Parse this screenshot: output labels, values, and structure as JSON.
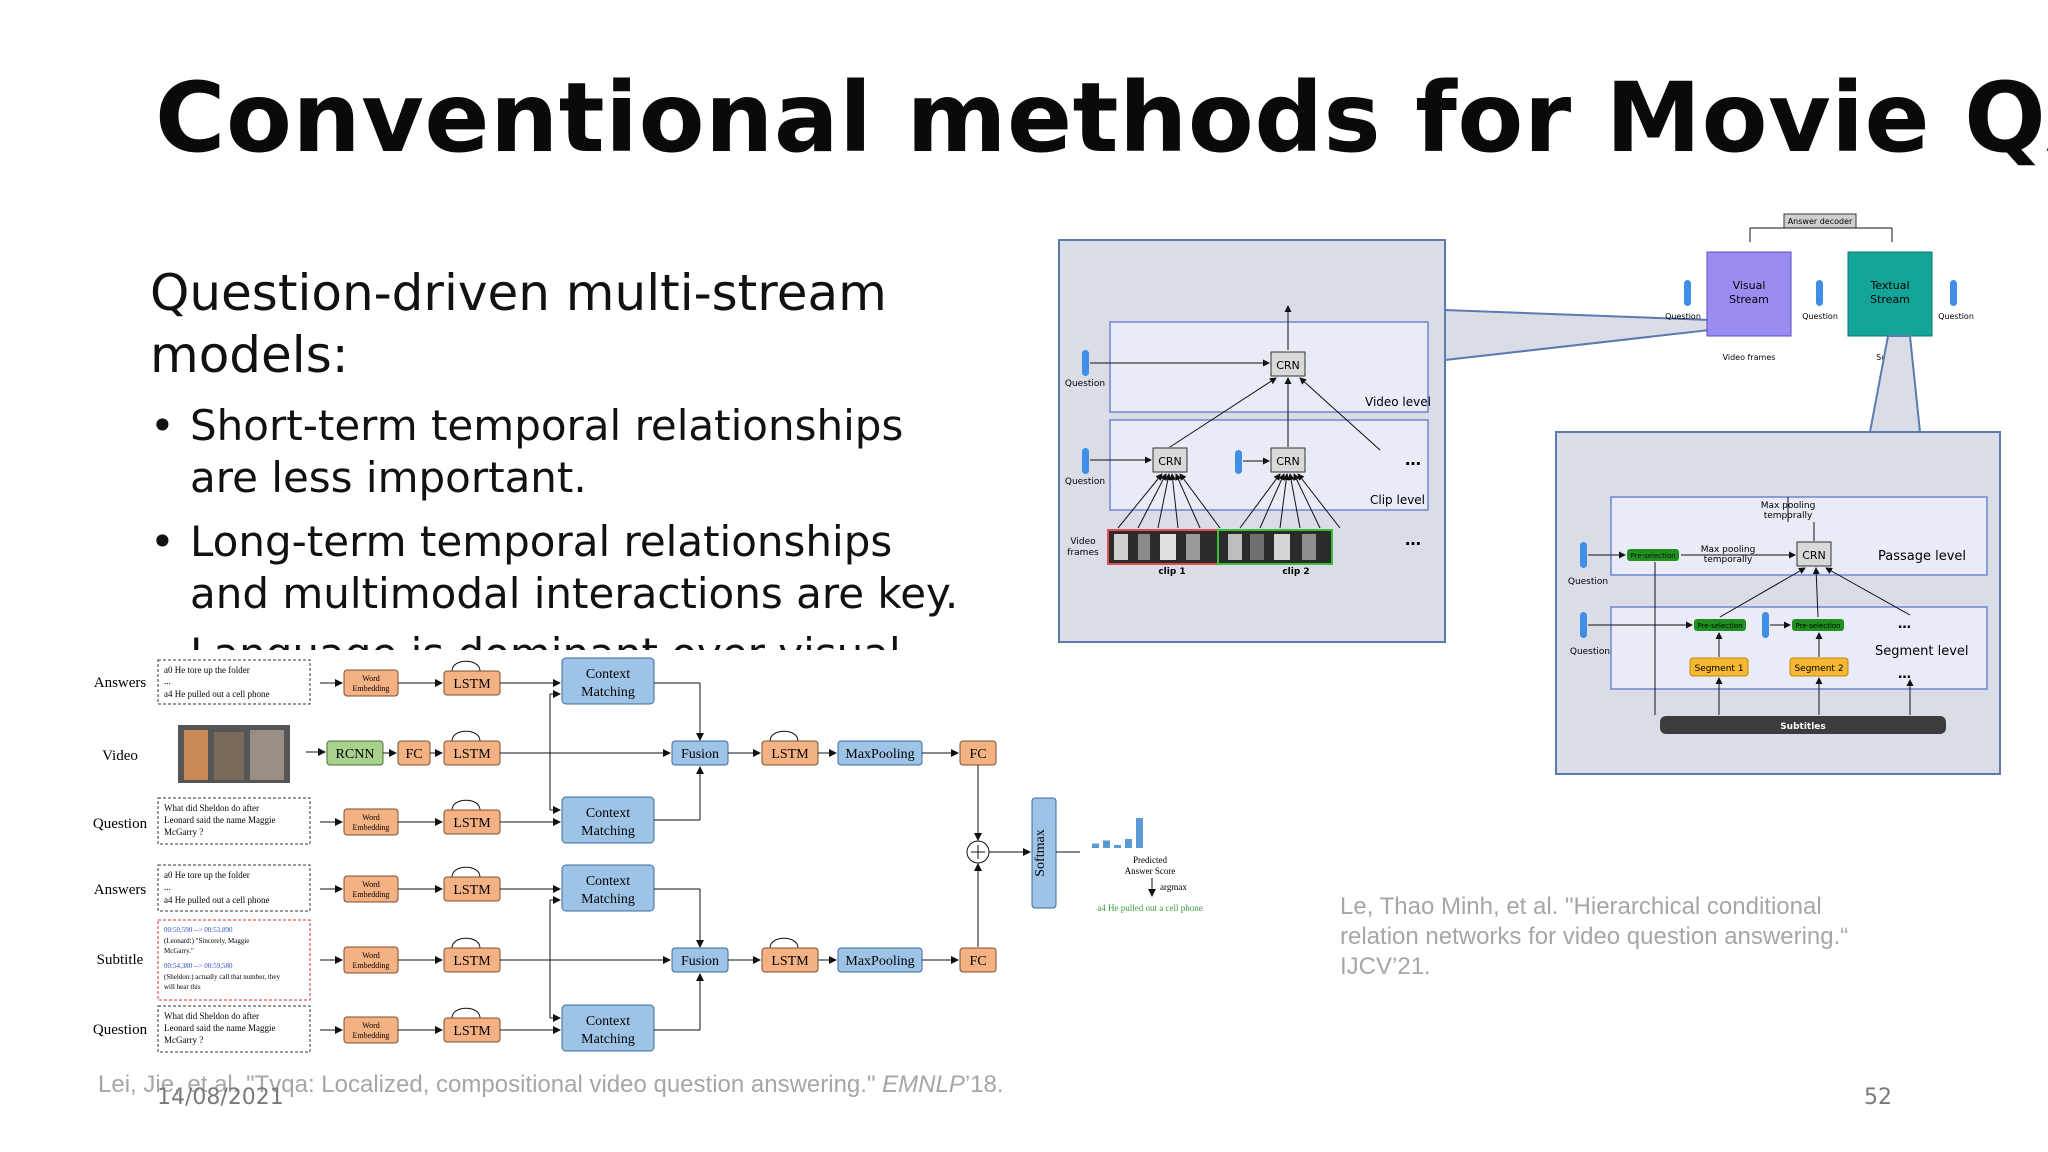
{
  "slide": {
    "title": "Conventional methods for Movie QA",
    "subtitle": "Question-driven multi-stream models:",
    "bullets": [
      "Short-term temporal relationships are less important.",
      "Long-term temporal relationships and multimodal interactions are key."
    ],
    "clipped_bullet": "Language is dominant over visual",
    "bullet_glyph": "•",
    "citation_left_prefix": "Lei, Jie, et al. \"Tvqa: Localized, compositional video question answering.\" ",
    "citation_left_venue": "EMNLP",
    "citation_left_suffix": "’18.",
    "citation_right": "Le, Thao Minh, et al. \"Hierarchical conditional relation networks for video question answering.“ IJCV’21.",
    "date": "14/08/2021",
    "page_number": "52"
  },
  "tvqa_diagram": {
    "row_labels": [
      "Answers",
      "Video",
      "Question",
      "Answers",
      "Subtitle",
      "Question"
    ],
    "answers_text": [
      "a0 He tore up the folder",
      "...",
      "a4 He pulled out a cell phone"
    ],
    "question_text": [
      "What did Sheldon do after",
      "Leonard said the name Maggie",
      "McGarry ?"
    ],
    "subtitle_text": [
      "00:50,590 --> 00:53,890",
      "(Leonard:) \"Sincerely, Maggie",
      "McGarry.\"",
      "00:54,380 --> 00:59,580",
      "(Sheldon:) actually call that number, they",
      "will hear this"
    ],
    "word_embedding": [
      "Word",
      "Embedding"
    ],
    "rcnn": "RCNN",
    "fc": "FC",
    "lstm": "LSTM",
    "context_matching": [
      "Context",
      "Matching"
    ],
    "fusion": "Fusion",
    "maxpooling": "MaxPooling",
    "softmax": "Softmax",
    "predicted": [
      "Predicted",
      "Answer Score"
    ],
    "argmax": "argmax",
    "final_answer": "a4 He pulled out a cell phone",
    "bar_values": [
      0.15,
      0.25,
      0.1,
      0.3,
      1.0
    ]
  },
  "hcrn_diagram": {
    "crn": "CRN",
    "question": "Question",
    "video_level": "Video level",
    "clip_level": "Clip level",
    "video_frames": [
      "Video",
      "frames"
    ],
    "clip1": "clip 1",
    "clip2": "clip 2",
    "ellipsis": "…",
    "answer_decoder": "Answer decoder",
    "visual_stream": [
      "Visual",
      "Stream"
    ],
    "textual_stream": [
      "Textual",
      "Stream"
    ],
    "video_frames_label": "Video frames",
    "subtitles_short": "Subtit",
    "max_pooling_temporally": [
      "Max pooling",
      "temporally"
    ],
    "pre_selection": "Pre-selection",
    "passage_level": "Passage level",
    "segment_level": "Segment level",
    "segment1": "Segment 1",
    "segment2": "Segment 2",
    "subtitles": "Subtitles",
    "colors": {
      "panel_fill": "#dadde6",
      "panel_border": "#5a7ab0",
      "visual_stream": "#9b8cf2",
      "textual_stream": "#12a597",
      "segment": "#f5b830",
      "preselect": "#1f8f1f",
      "question_pill": "#3f8fe8",
      "orange_box": "#f4b183",
      "blue_box": "#9dc3e6",
      "green_box": "#a9d18e"
    }
  }
}
